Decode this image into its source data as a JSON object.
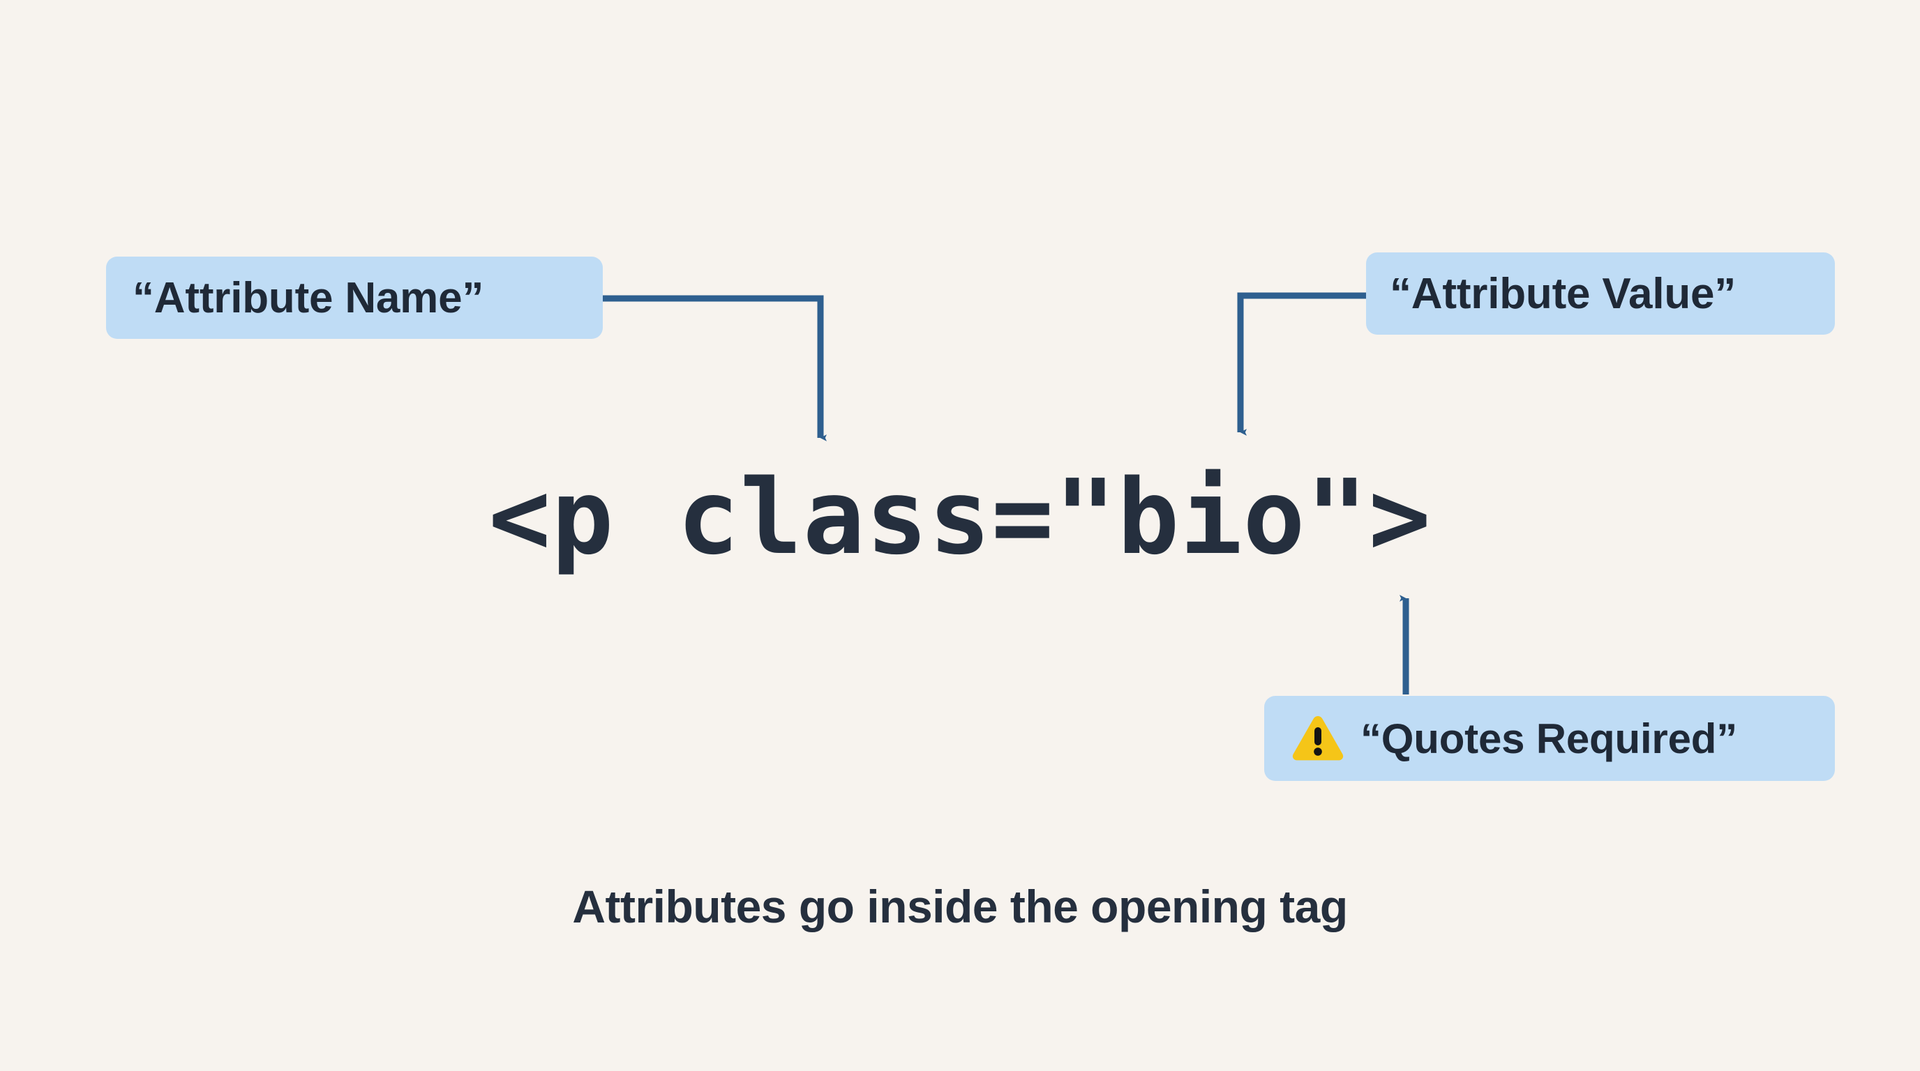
{
  "theme": {
    "background": "#f7f3ee",
    "chip_fill": "#bfdcf5",
    "connector_stroke": "#2e5f8f",
    "text_dark": "#252f3e",
    "warning_yellow": "#f5c518"
  },
  "labels": {
    "attribute_name": "“Attribute Name”",
    "attribute_value": "“Attribute Value”",
    "quotes_required": "“Quotes Required”"
  },
  "icons": {
    "warning": "warning-triangle-icon"
  },
  "code": {
    "snippet": "<p class=\"bio\">"
  },
  "caption": {
    "text": "Attributes go inside the opening tag"
  },
  "connectors": [
    {
      "name": "attribute-name-to-class",
      "shape": "elbow-right-then-down",
      "from": "attribute-name-chip",
      "to": "class-token",
      "arrow": "down"
    },
    {
      "name": "attribute-value-to-bio",
      "shape": "elbow-left-then-down",
      "from": "attribute-value-chip",
      "to": "bio-value-token",
      "arrow": "down"
    },
    {
      "name": "quotes-required-to-closing-quote",
      "shape": "straight-vertical",
      "from": "quotes-required-chip",
      "to": "closing-quote-token",
      "arrow": "up"
    }
  ]
}
